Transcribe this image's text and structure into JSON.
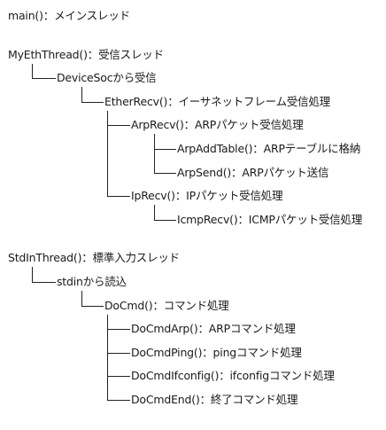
{
  "diagram": {
    "nodes": [
      {
        "id": "main",
        "depth": 0,
        "label": "main()：メインスレッド"
      },
      {
        "id": "myeth",
        "depth": 0,
        "label": "MyEthThread()：受信スレッド",
        "group_start": true
      },
      {
        "id": "devicesoc",
        "depth": 1,
        "parent": "myeth",
        "label": "DeviceSocから受信"
      },
      {
        "id": "etherrecv",
        "depth": 2,
        "parent": "devicesoc",
        "label": "EtherRecv()：イーサネットフレーム受信処理"
      },
      {
        "id": "arprecv",
        "depth": 3,
        "parent": "etherrecv",
        "label": "ArpRecv()：ARPパケット受信処理"
      },
      {
        "id": "arpaddtable",
        "depth": 4,
        "parent": "arprecv",
        "label": "ArpAddTable()：ARPテーブルに格納"
      },
      {
        "id": "arpsend",
        "depth": 4,
        "parent": "arprecv",
        "label": "ArpSend()：ARPパケット送信"
      },
      {
        "id": "iprecv",
        "depth": 3,
        "parent": "etherrecv",
        "label": "IpRecv()：IPパケット受信処理"
      },
      {
        "id": "icmprecv",
        "depth": 4,
        "parent": "iprecv",
        "label": "IcmpRecv()：ICMPパケット受信処理"
      },
      {
        "id": "stdin",
        "depth": 0,
        "label": "StdInThread()：標準入力スレッド",
        "group_start": true
      },
      {
        "id": "stdinread",
        "depth": 1,
        "parent": "stdin",
        "label": "stdinから読込"
      },
      {
        "id": "docmd",
        "depth": 2,
        "parent": "stdinread",
        "label": "DoCmd()：コマンド処理"
      },
      {
        "id": "docmdarp",
        "depth": 3,
        "parent": "docmd",
        "label": "DoCmdArp()：ARPコマンド処理"
      },
      {
        "id": "docmdping",
        "depth": 3,
        "parent": "docmd",
        "label": "DoCmdPing()：pingコマンド処理"
      },
      {
        "id": "docmdifconfig",
        "depth": 3,
        "parent": "docmd",
        "label": "DoCmdIfconfig()：ifconfigコマンド処理"
      },
      {
        "id": "docmdend",
        "depth": 3,
        "parent": "docmd",
        "label": "DoCmdEnd()：終了コマンド処理"
      }
    ]
  }
}
